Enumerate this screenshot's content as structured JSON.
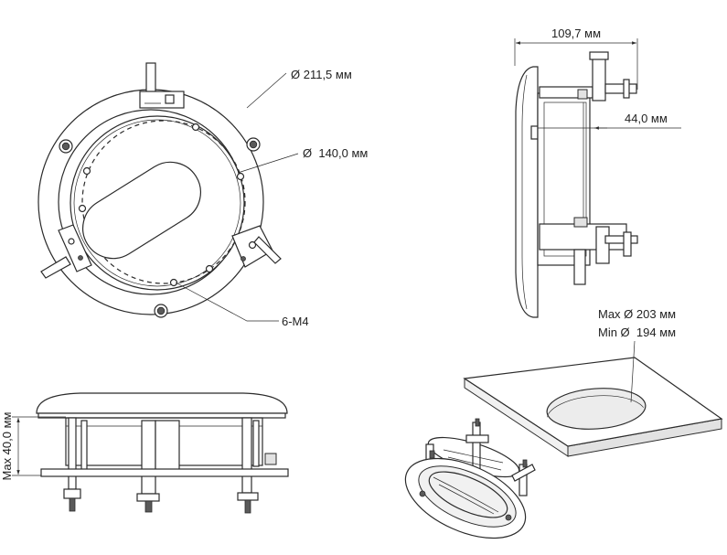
{
  "top_view": {
    "outer_diameter_label": "Ø 211,5 мм",
    "dashed_diameter_label": "Ø  140,0 мм",
    "screw_label": "6-M4"
  },
  "side_view": {
    "depth_label": "109,7 мм",
    "offset_label": "44,0 мм"
  },
  "front_view": {
    "height_label": "Max 40,0 мм"
  },
  "ceiling_cutout": {
    "max_label": "Max Ø 203 мм",
    "min_label": "Min Ø  194 мм"
  },
  "colors": {
    "line": "#2b2b2b",
    "background": "#ffffff"
  }
}
